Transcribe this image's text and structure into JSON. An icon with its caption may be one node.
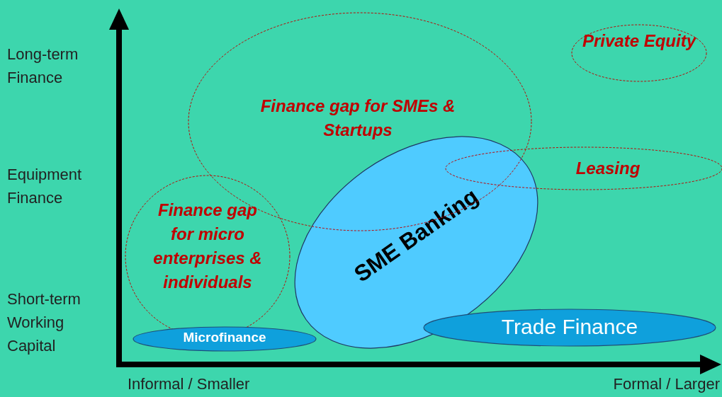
{
  "diagram": {
    "nodes": [
      {
        "text": [
          "Private Equity"
        ]
      },
      {
        "text": [
          "Finance gap for SMEs & Startups"
        ]
      },
      {
        "text": [
          "Leasing"
        ]
      },
      {
        "text": [
          "Finance gap for micro enterprises & individuals"
        ]
      },
      {
        "text": [
          "SME Banking"
        ]
      },
      {
        "text": [
          "Microfinance"
        ]
      },
      {
        "text": [
          "Trade Finance"
        ]
      }
    ],
    "labels": [
      "Long-term Finance",
      "Equipment Finance",
      "Short-term Working Capital",
      "Informal / Smaller",
      "Formal / Larger"
    ]
  }
}
